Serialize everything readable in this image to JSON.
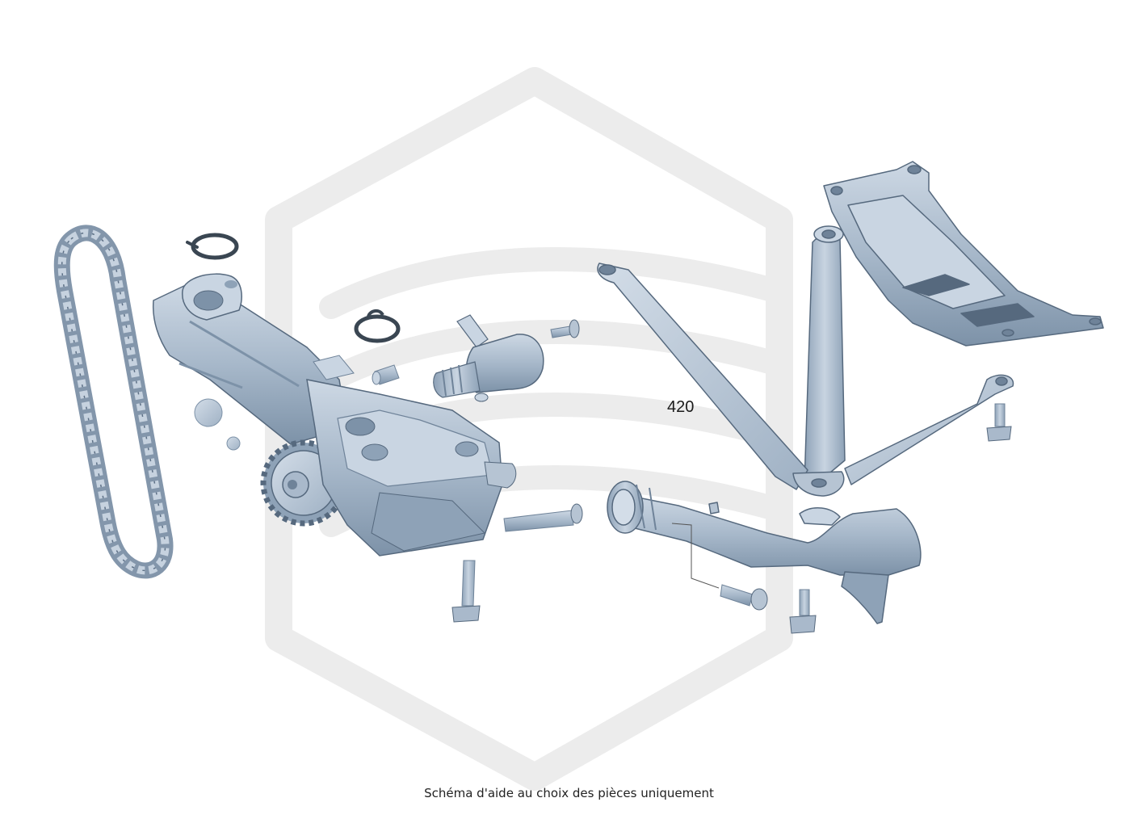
{
  "diagram": {
    "callout_label": "420",
    "caption": "Schéma d'aide au choix des pièces uniquement",
    "colors": {
      "part_fill": "#a9b9cb",
      "part_light": "#c9d5e2",
      "part_dark": "#6f8399",
      "part_outline": "#56697e",
      "watermark": "#ececec",
      "gasket": "#3a4652"
    },
    "watermark_icon": "hexagon-logo-watermark",
    "parts": [
      {
        "name": "timing-chain"
      },
      {
        "name": "o-ring-large"
      },
      {
        "name": "o-ring-small"
      },
      {
        "name": "oil-pump-assembly"
      },
      {
        "name": "solenoid-valve"
      },
      {
        "name": "dowel-sleeve"
      },
      {
        "name": "ball-plug-large"
      },
      {
        "name": "ball-plug-small"
      },
      {
        "name": "bolt"
      },
      {
        "name": "support-bracket"
      },
      {
        "name": "oil-baffle-plate"
      },
      {
        "name": "oil-pickup-tube"
      }
    ]
  }
}
